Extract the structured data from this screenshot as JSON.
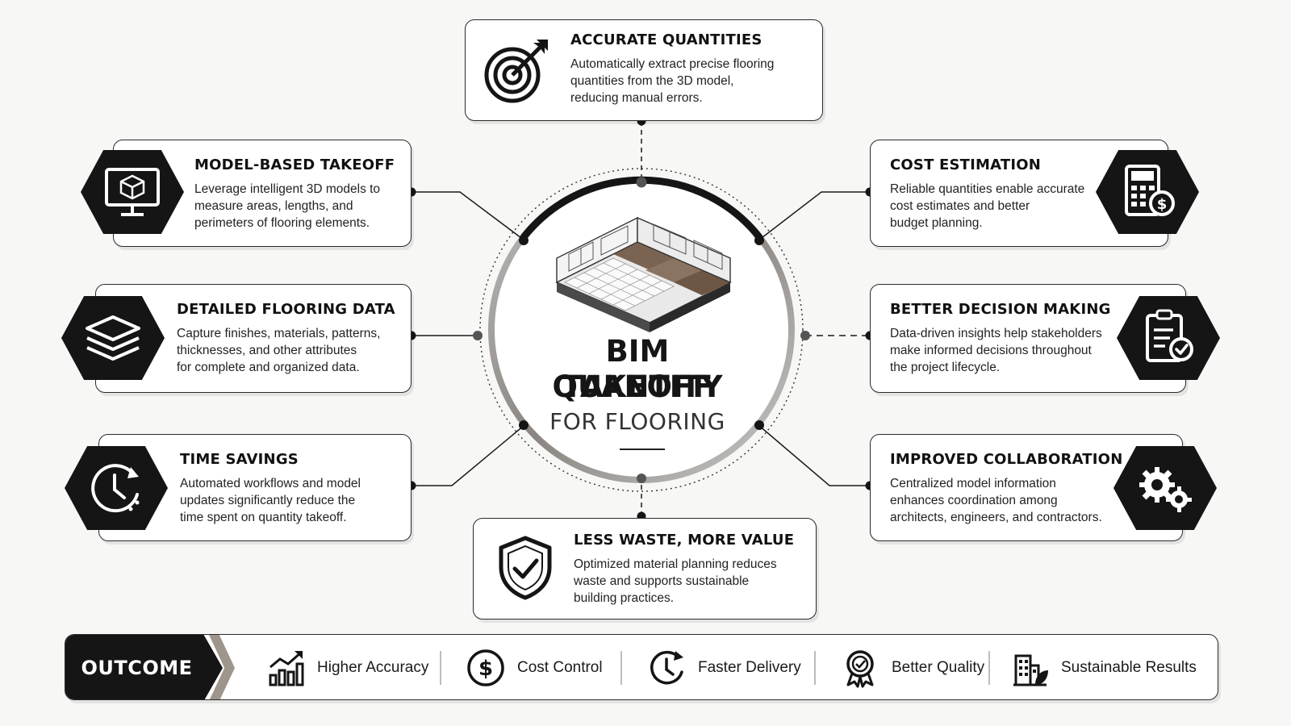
{
  "center": {
    "title_line1": "BIM QUANTITY",
    "title_line2": "TAKEOFF",
    "subtitle": "FOR FLOORING"
  },
  "cards": {
    "accurate_quantities": {
      "title": "ACCURATE QUANTITIES",
      "line1": "Automatically extract precise flooring",
      "line2": "quantities from the 3D model,",
      "line3": "reducing manual errors.",
      "icon": "target-icon"
    },
    "model_based_takeoff": {
      "title": "MODEL-BASED TAKEOFF",
      "line1": "Leverage intelligent 3D models to",
      "line2": "measure areas, lengths, and",
      "line3": "perimeters of flooring elements.",
      "icon": "monitor-3d-icon"
    },
    "detailed_flooring_data": {
      "title": "DETAILED FLOORING DATA",
      "line1": "Capture finishes, materials, patterns,",
      "line2": "thicknesses, and other attributes",
      "line3": "for complete and organized data.",
      "icon": "layers-icon"
    },
    "time_savings": {
      "title": "TIME SAVINGS",
      "line1": "Automated workflows and model",
      "line2": "updates significantly reduce the",
      "line3": "time spent on quantity takeoff.",
      "icon": "clock-icon"
    },
    "cost_estimation": {
      "title": "COST ESTIMATION",
      "line1": "Reliable quantities enable accurate",
      "line2": "cost estimates and better",
      "line3": "budget planning.",
      "icon": "calculator-icon"
    },
    "better_decision_making": {
      "title": "BETTER DECISION MAKING",
      "line1": "Data-driven insights help stakeholders",
      "line2": "make informed decisions throughout",
      "line3": "the project lifecycle.",
      "icon": "clipboard-check-icon"
    },
    "improved_collaboration": {
      "title": "IMPROVED COLLABORATION",
      "line1": "Centralized model information",
      "line2": "enhances coordination among",
      "line3": "architects, engineers, and contractors.",
      "icon": "gears-icon"
    },
    "less_waste": {
      "title": "LESS WASTE, MORE VALUE",
      "line1": "Optimized material planning reduces",
      "line2": "waste and supports sustainable",
      "line3": "building practices.",
      "icon": "shield-check-icon"
    }
  },
  "outcome": {
    "label": "OUTCOME",
    "items": [
      {
        "label": "Higher Accuracy",
        "icon": "bar-chart-up-icon"
      },
      {
        "label": "Cost Control",
        "icon": "dollar-circle-icon"
      },
      {
        "label": "Faster Delivery",
        "icon": "clock-arrow-icon"
      },
      {
        "label": "Better Quality",
        "icon": "award-ribbon-icon"
      },
      {
        "label": "Sustainable Results",
        "icon": "building-leaf-icon"
      }
    ]
  },
  "colors": {
    "dark": "#151515",
    "accent_gray": "#9e958c",
    "background": "#f7f7f6",
    "floor_wood": "#7a6350"
  }
}
